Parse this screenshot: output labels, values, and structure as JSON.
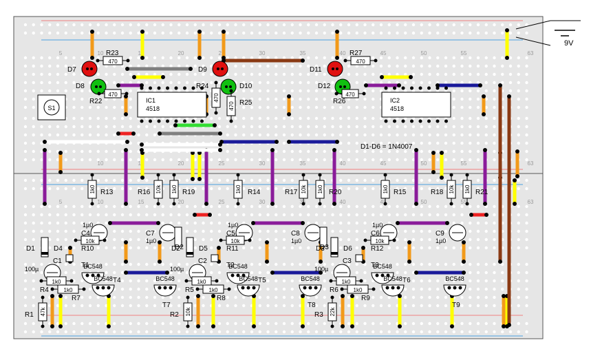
{
  "battery": {
    "label": "9V"
  },
  "note": "D1-D6 = 1N4007",
  "switch": {
    "label": "S1"
  },
  "column_numbers": [
    "5",
    "10",
    "15",
    "20",
    "25",
    "30",
    "35",
    "40",
    "45",
    "50",
    "55",
    "63"
  ],
  "ics": [
    {
      "ref": "IC1",
      "part": "4518"
    },
    {
      "ref": "IC2",
      "part": "4518"
    }
  ],
  "leds": [
    {
      "ref": "D7",
      "color": "#e01010"
    },
    {
      "ref": "D8",
      "color": "#10c010"
    },
    {
      "ref": "D9",
      "color": "#e01010"
    },
    {
      "ref": "D10",
      "color": "#10c010"
    },
    {
      "ref": "D11",
      "color": "#e01010"
    },
    {
      "ref": "D12",
      "color": "#10c010"
    }
  ],
  "resistors_top": [
    {
      "ref": "R23",
      "value": "470"
    },
    {
      "ref": "R22",
      "value": "470"
    },
    {
      "ref": "R24",
      "value": "470"
    },
    {
      "ref": "R25",
      "value": "470"
    },
    {
      "ref": "R27",
      "value": "470"
    },
    {
      "ref": "R26",
      "value": "470"
    }
  ],
  "resistors_mid": [
    {
      "ref": "R13",
      "value": "1k0"
    },
    {
      "ref": "R16",
      "value": "10k"
    },
    {
      "ref": "R19",
      "value": "1k0"
    },
    {
      "ref": "R14",
      "value": "1k0"
    },
    {
      "ref": "R17",
      "value": "10k"
    },
    {
      "ref": "R20",
      "value": "1k0"
    },
    {
      "ref": "R15",
      "value": "1k0"
    },
    {
      "ref": "R18",
      "value": "10k"
    },
    {
      "ref": "R21",
      "value": "1k0"
    }
  ],
  "stages": [
    {
      "d_a": "D1",
      "d_b": "D4",
      "c_a": "C4",
      "c_b": "C7",
      "c_main": "C1",
      "cap_small": "1µ0",
      "cap_big": "100µ",
      "r_base": "R10",
      "r_base_val": "10k",
      "r_a": "R4",
      "r_a_val": "1k0",
      "r_b": "R7",
      "r_b_val": "1k0",
      "r_low": "R1",
      "r_low_val": "47k",
      "t_a": "T1",
      "t_b": "T4",
      "t_c": "T7",
      "t_part": "BC548",
      "d_c": "D2"
    },
    {
      "d_a": "D2",
      "d_b": "D5",
      "c_a": "C5",
      "c_b": "C8",
      "c_main": "C2",
      "cap_small": "1µ0",
      "cap_big": "100µ",
      "r_base": "R11",
      "r_base_val": "10k",
      "r_a": "R5",
      "r_a_val": "1k0",
      "r_b": "R8",
      "r_b_val": "1k0",
      "r_low": "R2",
      "r_low_val": "10k",
      "t_a": "T2",
      "t_b": "T5",
      "t_c": "T8",
      "t_part": "BC548",
      "d_c": "D3"
    },
    {
      "d_a": "D3",
      "d_b": "D6",
      "c_a": "C6",
      "c_b": "C9",
      "c_main": "C3",
      "cap_small": "1µ0",
      "cap_big": "100µ",
      "r_base": "R12",
      "r_base_val": "10k",
      "r_a": "R6",
      "r_a_val": "1k0",
      "r_b": "R9",
      "r_b_val": "1k0",
      "r_low": "R3",
      "r_low_val": "22k",
      "t_a": "T3",
      "t_b": "T6",
      "t_c": "T9",
      "t_part": "BC548",
      "d_c": ""
    }
  ],
  "colors": {
    "board": "#e6e6e6",
    "hole": "#ffffff",
    "rail_red": "#f08080",
    "rail_blue": "#4aa0e0",
    "wire_yellow": "#ffff00",
    "wire_orange": "#f29a1a",
    "wire_purple": "#8a1c9a",
    "wire_brown": "#8a3a14",
    "wire_blue": "#1a1a9a",
    "wire_gray": "#808080",
    "wire_green": "#33dd33",
    "wire_red": "#ee2222",
    "wire_white": "#ffffff"
  }
}
